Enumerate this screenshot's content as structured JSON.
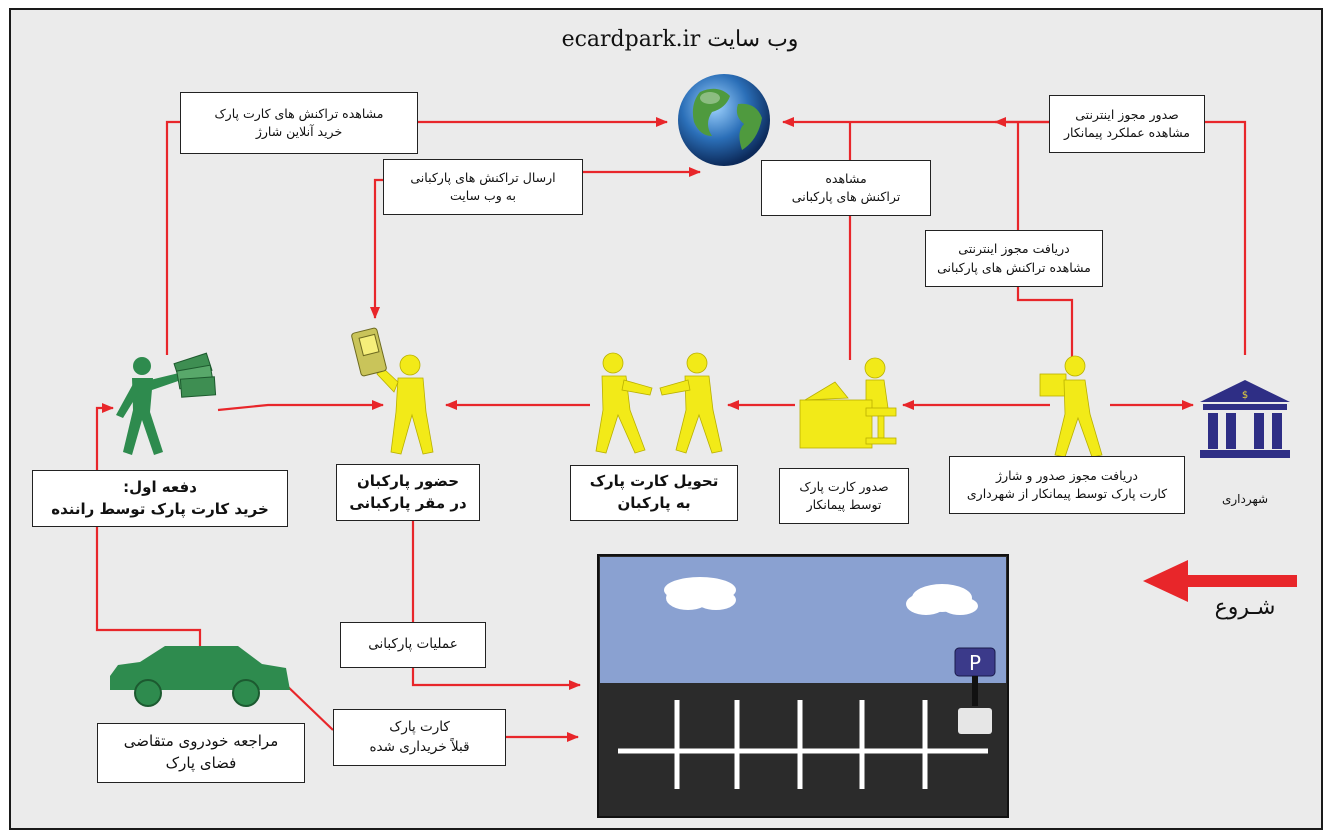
{
  "website": {
    "title": "وب سایت ecardpark.ir"
  },
  "boxes": {
    "view_transactions": {
      "line1": "مشاهده تراکنش های کارت پارک",
      "line2": "خرید آنلاین شارژ"
    },
    "send_transactions": {
      "line1": "ارسال تراکنش های پارکبانی",
      "line2": "به وب سایت"
    },
    "view_parking": {
      "line1": "مشاهده",
      "line2": "تراکنش های پارکبانی"
    },
    "issue_license": {
      "line1": "صدور مجوز اینترنتی",
      "line2": "مشاهده عملکرد پیمانکار"
    },
    "receive_license": {
      "line1": "دریافت مجوز اینترنتی",
      "line2": "مشاهده تراکنش های پارکبانی"
    },
    "first_time": {
      "line1": "دفعه اول:",
      "line2": "خرید کارت پارک توسط راننده"
    },
    "attendant_presence": {
      "line1": "حضور پارکبان",
      "line2": "در مقر پارکبانی"
    },
    "card_delivery": {
      "line1": "تحویل کارت پارک",
      "line2": "به پارکبان"
    },
    "card_issue": {
      "line1": "صدور کارت پارک",
      "line2": "توسط پیمانکار"
    },
    "municipality_license": {
      "line1": "دریافت مجوز صدور و شارژ",
      "line2": "کارت پارک توسط پیمانکار از شهرداری"
    },
    "parking_ops": {
      "line1": "عملیات پارکبانی"
    },
    "prepaid_card": {
      "line1": "کارت پارک",
      "line2": "قبلاً خریداری شده"
    },
    "car_request": {
      "line1": "مراجعه خودروی متقاضی",
      "line2": "فضای پارک"
    }
  },
  "labels": {
    "municipality": "شهرداری",
    "start": "شـروع",
    "parking_sign": "P",
    "bank_symbol": "$"
  },
  "colors": {
    "arrow": "#e8262a",
    "driver": "#2e8b4e",
    "attendant": "#f2ea18",
    "bank": "#2e2e85",
    "sky": "#8aa1d1",
    "asphalt": "#2b2b2b"
  }
}
